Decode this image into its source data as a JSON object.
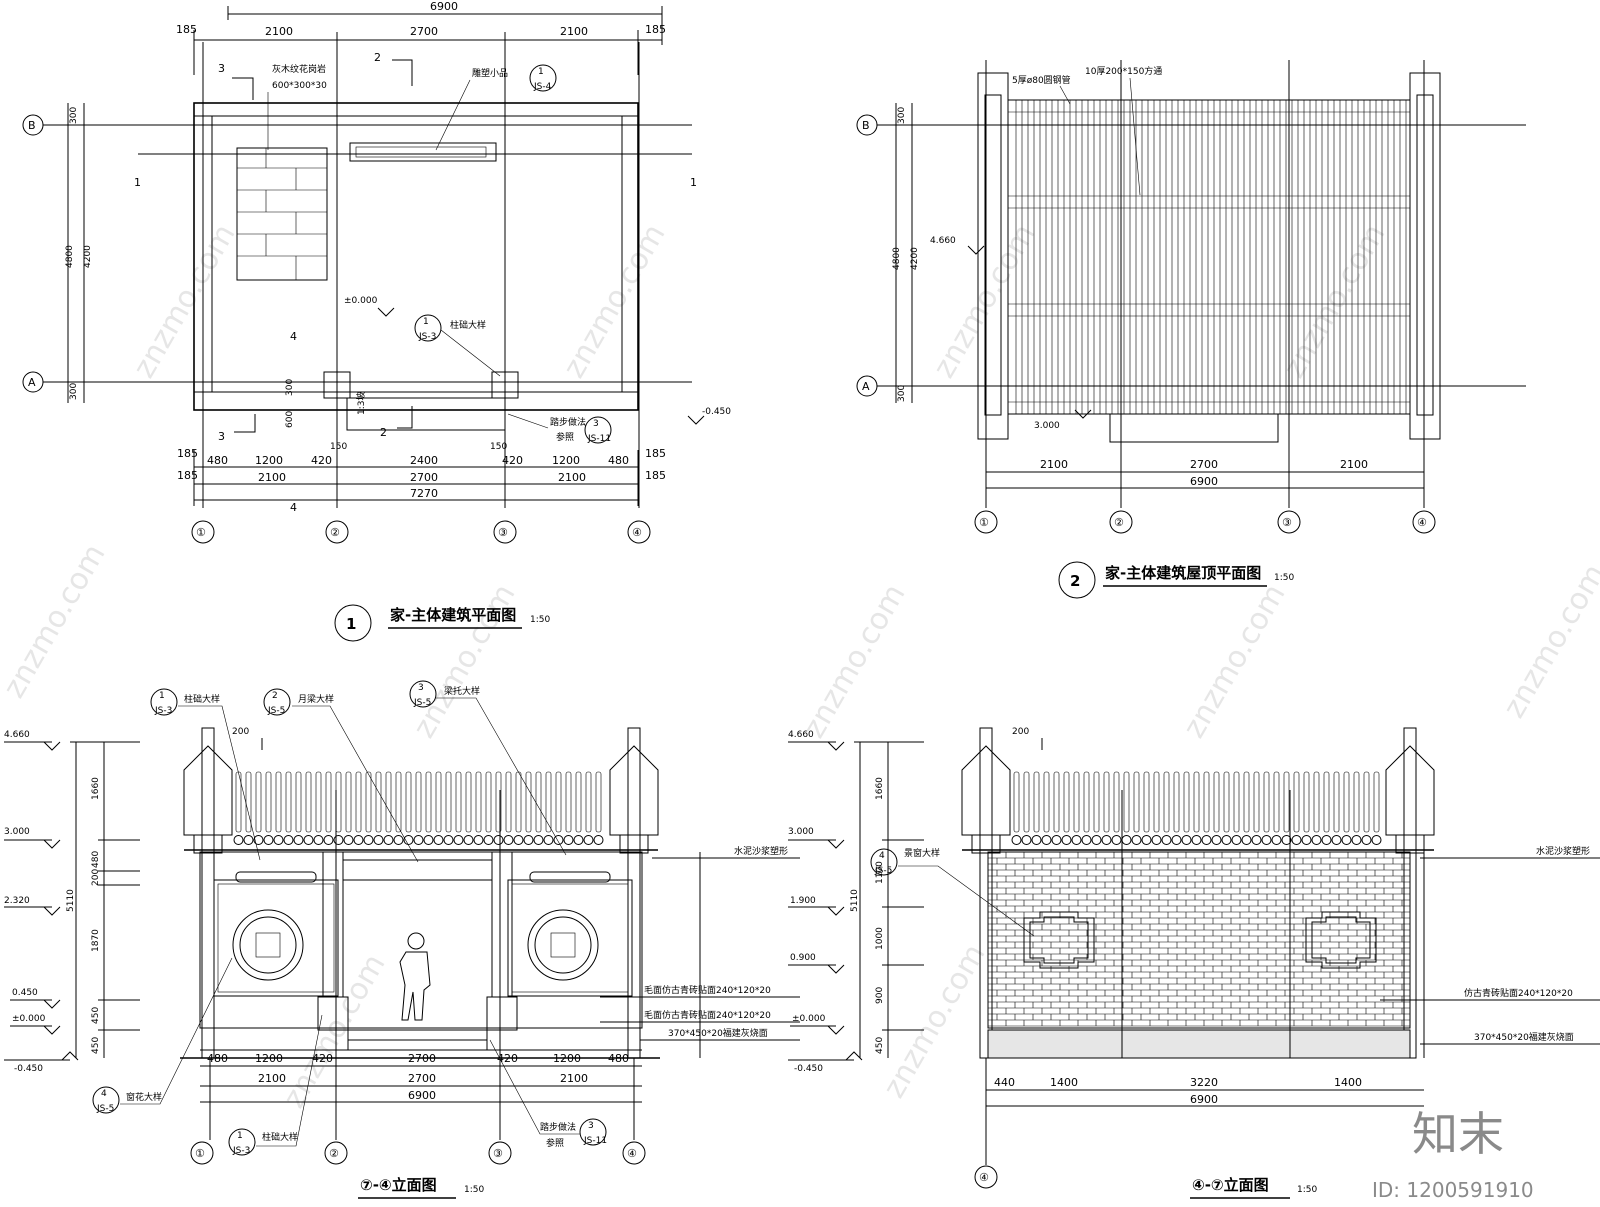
{
  "watermark": "znzmo.com",
  "brand": {
    "logo_text": "知末",
    "id_text": "ID: 1200591910"
  },
  "drawings": [
    {
      "title": "家-主体建筑平面图",
      "number": "1",
      "scale": "1:50"
    },
    {
      "title": "家-主体建筑屋顶平面图",
      "number": "2",
      "scale": "1:50"
    },
    {
      "title": "⑦-④立面图",
      "scale": "1:50"
    },
    {
      "title": "④-⑦立面图",
      "scale": "1:50"
    }
  ],
  "plan": {
    "top_total": "6900",
    "top_dims": [
      "2100",
      "2700",
      "2100"
    ],
    "edge": "185",
    "left_dims": [
      "300",
      "4800",
      "4200",
      "300"
    ],
    "bottom_row1": [
      "480",
      "1200",
      "420",
      "2400",
      "420",
      "1200",
      "480"
    ],
    "bottom_row2": [
      "2100",
      "2700",
      "2100"
    ],
    "bottom_total": "7270",
    "small_dims": [
      "300",
      "600",
      "150",
      "150"
    ],
    "axes": [
      "①",
      "②",
      "③",
      "④"
    ],
    "axis_rows": [
      "A",
      "B"
    ],
    "section_marks": [
      "3",
      "2",
      "1",
      "1",
      "4",
      "4",
      "3",
      "2"
    ],
    "notes": {
      "wood": "灰木纹花岗岩",
      "wood_size": "600*300*30",
      "sculpture": "雕塑小品",
      "column": "柱础大样",
      "steps": "踏步做法",
      "steps_ref": "参照",
      "elev0": "±0.000",
      "elev_low": "-0.450",
      "slope": "1:3坡"
    },
    "callout_ids": [
      "1",
      "1",
      "3"
    ],
    "callout_refs": [
      "JS-4",
      "JS-3",
      "JS-11"
    ]
  },
  "roof": {
    "notes": {
      "pipe": "5厚ø80圆钢管",
      "tube": "10厚200*150方通"
    },
    "elev_top": "4.660",
    "elev_mid": "3.000",
    "left_dims": [
      "300",
      "4800",
      "4200",
      "300"
    ],
    "bottom_dims": [
      "2100",
      "2700",
      "2100"
    ],
    "bottom_total": "6900",
    "axes": [
      "①",
      "②",
      "③",
      "④"
    ],
    "axis_rows": [
      "A",
      "B"
    ]
  },
  "elev_front": {
    "levels": [
      "4.660",
      "3.000",
      "2.320",
      "0.450",
      "±0.000",
      "-0.450"
    ],
    "vdims": [
      "1660",
      "480",
      "200",
      "5110",
      "1870",
      "450",
      "450"
    ],
    "top_dim": "200",
    "callouts": [
      {
        "id": "1",
        "ref": "JS-3",
        "label": "柱础大样"
      },
      {
        "id": "2",
        "ref": "JS-5",
        "label": "月梁大样"
      },
      {
        "id": "3",
        "ref": "JS-5",
        "label": "梁托大样"
      },
      {
        "id": "4",
        "ref": "JS-5",
        "label": "窗花大样"
      },
      {
        "id": "1",
        "ref": "JS-3",
        "label": "柱础大样"
      },
      {
        "id": "3",
        "ref": "JS-11",
        "label": "踏步做法"
      }
    ],
    "steps_ref": "参照",
    "notes": [
      "水泥沙浆塑形",
      "毛面仿古青砖贴面240*120*20",
      "毛面仿古青砖贴面240*120*20",
      "370*450*20福建灰烧面"
    ],
    "bottom_row1": [
      "480",
      "1200",
      "420",
      "2700",
      "420",
      "1200",
      "480"
    ],
    "bottom_row2": [
      "2100",
      "2700",
      "2100"
    ],
    "bottom_total": "6900",
    "axes": [
      "①",
      "②",
      "③",
      "④"
    ]
  },
  "elev_back": {
    "levels": [
      "4.660",
      "3.000",
      "1.900",
      "0.900",
      "±0.000",
      "-0.450"
    ],
    "vdims": [
      "1660",
      "1100",
      "5110",
      "1000",
      "900",
      "450"
    ],
    "top_dim": "200",
    "callout": {
      "id": "4",
      "ref": "JS-5",
      "label": "景窗大样"
    },
    "notes": [
      "水泥沙浆塑形",
      "仿古青砖贴面240*120*20",
      "370*450*20福建灰烧面"
    ],
    "bottom_row1": [
      "440",
      "1400",
      "3220",
      "1400"
    ],
    "bottom_total": "6900",
    "axes": [
      "④"
    ]
  }
}
